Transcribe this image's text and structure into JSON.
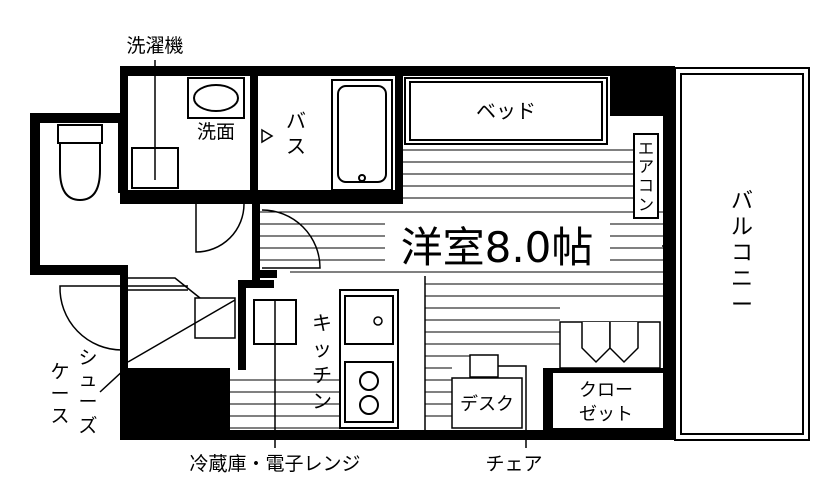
{
  "labels": {
    "washing_machine": "洗濯機",
    "washbasin": "洗面",
    "bath_1": "バ",
    "bath_2": "ス",
    "bed": "ベッド",
    "aircon_1": "エ",
    "aircon_2": "ア",
    "aircon_3": "コ",
    "aircon_4": "ン",
    "room": "洋室8.0帖",
    "balcony_1": "バ",
    "balcony_2": "ル",
    "balcony_3": "コ",
    "balcony_4": "ニ",
    "balcony_5": "ー",
    "kitchen_1": "キ",
    "kitchen_2": "ッ",
    "kitchen_3": "チ",
    "kitchen_4": "ン",
    "shoe_case_col1_1": "シ",
    "shoe_case_col1_2": "ュ",
    "shoe_case_col1_3": "ー",
    "shoe_case_col2_1": "ケ",
    "shoe_case_col2_2": "ー",
    "shoe_case_col2_3": "ス",
    "shoe_case_col2_4": "ズ",
    "desk": "デスク",
    "closet_line1": "クロー",
    "closet_line2": "ゼット",
    "fridge_microwave": "冷蔵庫・電子レンジ",
    "chair": "チェア"
  },
  "colors": {
    "wall": "#000000",
    "background": "#ffffff"
  }
}
